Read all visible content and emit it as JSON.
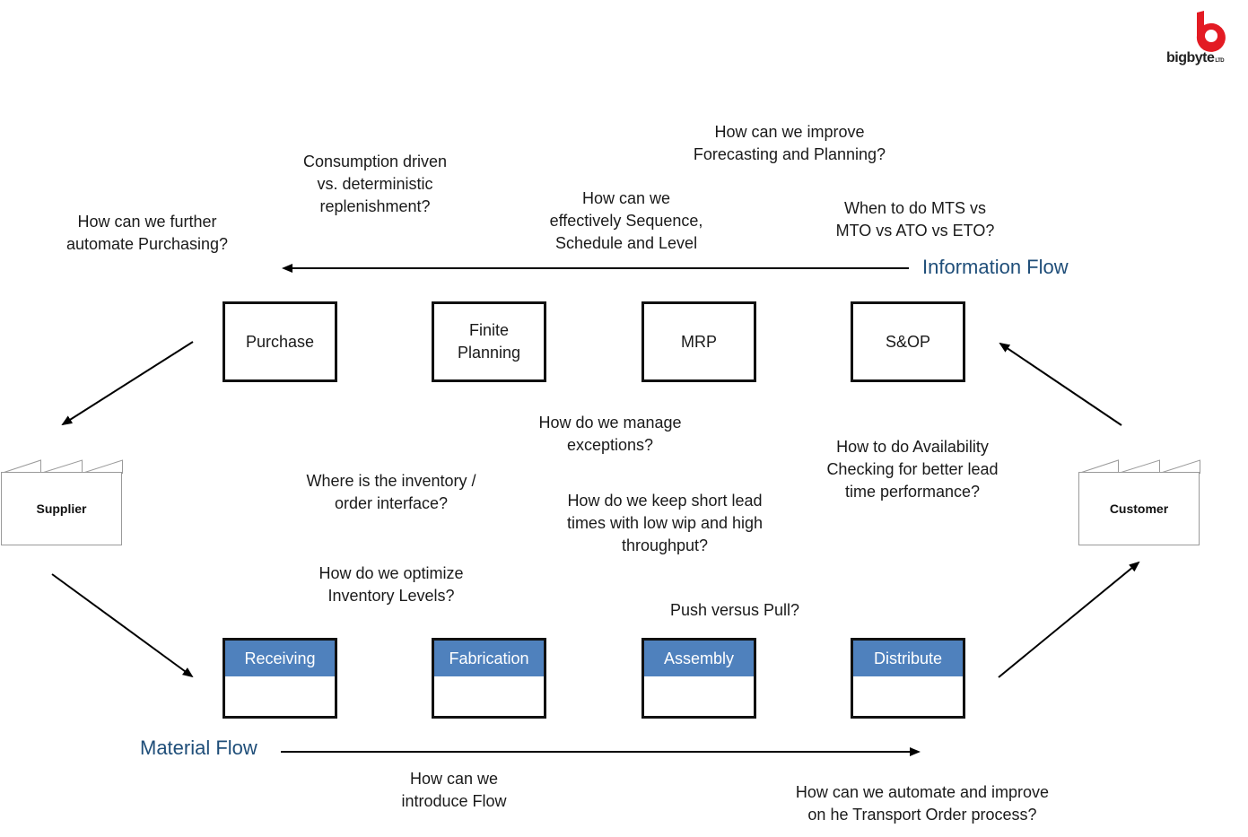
{
  "brand": {
    "name": "bigbyte",
    "suffix": "LTD",
    "accent": "#e31b23"
  },
  "colors": {
    "header_fill": "#4f81bd",
    "flow_label": "#1f4e79"
  },
  "information_flow": {
    "label": "Information Flow"
  },
  "material_flow": {
    "label": "Material Flow"
  },
  "planning_boxes": [
    "Purchase",
    "Finite\nPlanning",
    "MRP",
    "S&OP"
  ],
  "material_boxes": [
    "Receiving",
    "Fabrication",
    "Assembly",
    "Distribute"
  ],
  "entities": {
    "supplier": "Supplier",
    "customer": "Customer"
  },
  "questions": {
    "automate_purchasing": "How can we further\nautomate Purchasing?",
    "consumption_driven": "Consumption driven\nvs. deterministic\nreplenishment?",
    "sequence_schedule": "How can we\neffectively Sequence,\nSchedule and Level",
    "forecasting": "How can we improve\nForecasting and Planning?",
    "mts_mto": "When to do MTS vs\nMTO vs ATO vs ETO?",
    "exceptions": "How do we manage\nexceptions?",
    "availability": "How to do Availability\nChecking for better lead\ntime performance?",
    "inventory_interface": "Where is the inventory /\norder interface?",
    "short_lead_times": "How do we keep short lead\ntimes with low wip and high\nthroughput?",
    "inventory_levels": "How do we optimize\nInventory Levels?",
    "push_pull": "Push versus Pull?",
    "introduce_flow": "How can we\nintroduce Flow",
    "transport_order": "How can we automate and improve\non he Transport Order process?"
  }
}
